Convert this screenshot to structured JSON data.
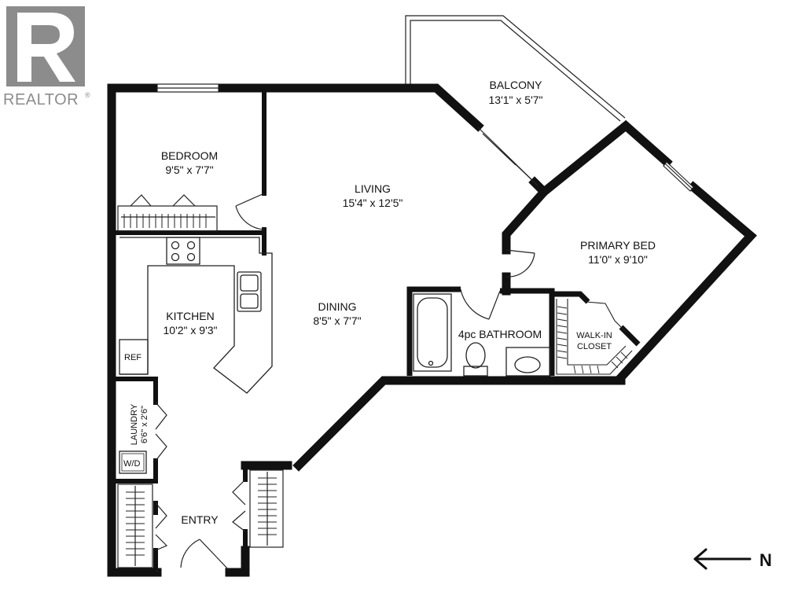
{
  "logo": {
    "text": "REALTOR",
    "mark": "®",
    "color": "#8c8c8c"
  },
  "compass": {
    "label": "N",
    "icon": "arrow-left-icon"
  },
  "colors": {
    "wall": "#111111",
    "thin": "#222222",
    "background": "#ffffff"
  },
  "rooms": {
    "bedroom": {
      "name": "BEDROOM",
      "dims": "9'5\" x 7'7\""
    },
    "living": {
      "name": "LIVING",
      "dims": "15'4\" x 12'5\""
    },
    "balcony": {
      "name": "BALCONY",
      "dims": "13'1\" x 5'7\""
    },
    "primary_bed": {
      "name": "PRIMARY BED",
      "dims": "11'0\" x 9'10\""
    },
    "kitchen": {
      "name": "KITCHEN",
      "dims": "10'2\" x 9'3\""
    },
    "dining": {
      "name": "DINING",
      "dims": "8'5\" x 7'7\""
    },
    "bathroom": {
      "name": "4pc BATHROOM"
    },
    "walkin": {
      "line1": "WALK-IN",
      "line2": "CLOSET"
    },
    "laundry": {
      "name": "LAUNDRY",
      "dims": "6'6\" x 2'6\""
    },
    "entry": {
      "name": "ENTRY"
    }
  },
  "fixtures": {
    "ref": "REF",
    "washer_dryer": "W/D"
  }
}
